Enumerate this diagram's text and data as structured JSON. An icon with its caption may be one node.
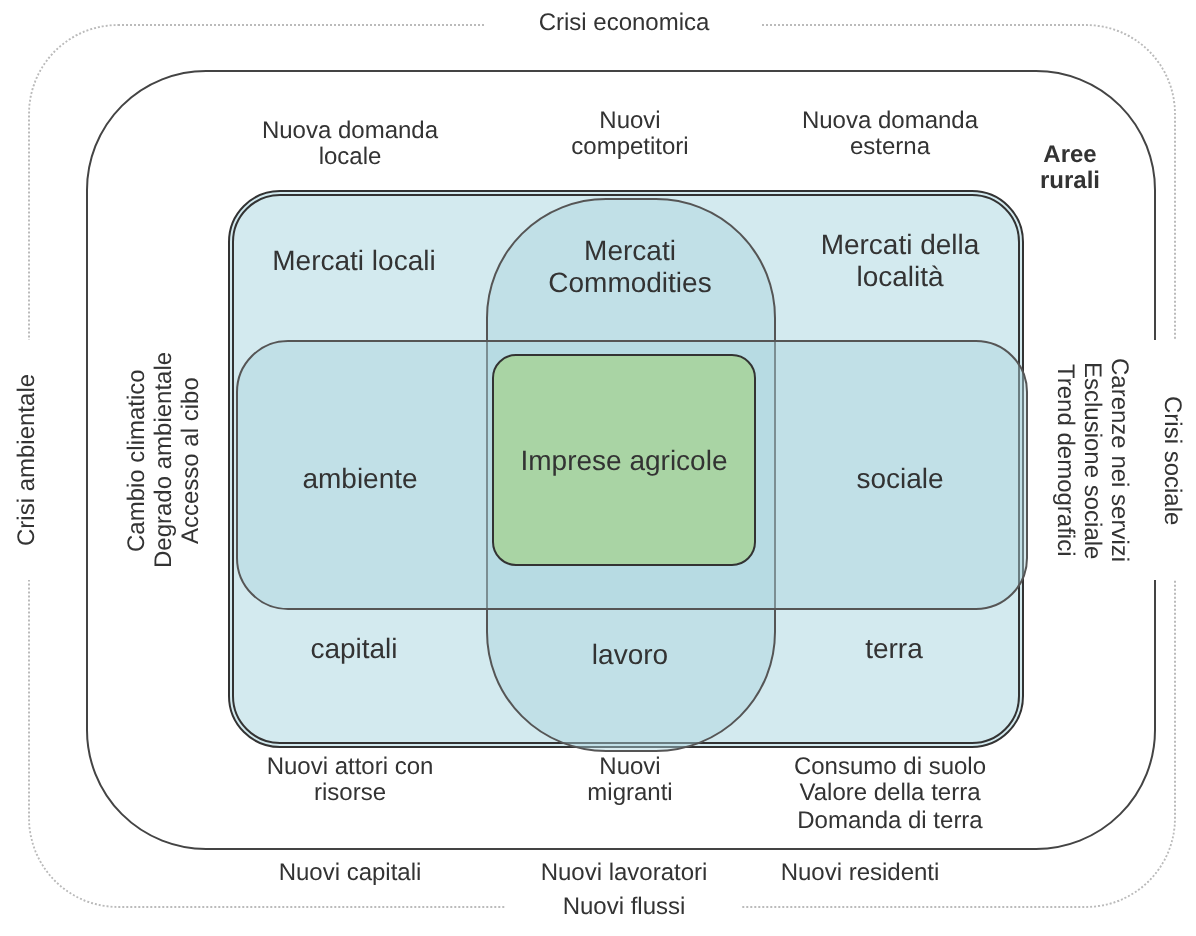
{
  "diagram": {
    "nodes": [
      {
        "text": [
          "Crisi economica",
          "Crisi ambientale",
          "Crisi sociale",
          "Nuovi flussi"
        ]
      },
      {
        "text": [],
        "shape": "box",
        "in": 0
      },
      {
        "text": [
          "Aree rurali",
          "Mercati locali",
          "Mercati della località",
          "capitali",
          "terra"
        ],
        "in": 1
      },
      {
        "text": [
          "Mercati Commodities",
          "lavoro"
        ],
        "in": 2
      },
      {
        "text": [
          "ambiente",
          "sociale"
        ],
        "in": 2
      },
      {
        "text": [
          "Imprese agricole"
        ]
      }
    ],
    "edges": [],
    "labels": [
      "Nuova domanda locale",
      "Nuovi competitori",
      "Nuova domanda esterna",
      "Cambio climatico Degrado ambientale Accesso al cibo",
      "Carenze nei servizi Esclusione sociale Trend demografici",
      "Nuovi attori con risorse",
      "Nuovi migranti",
      "Consumo di suolo Valore della terra Domanda di terra",
      "Nuovi capitali",
      "Nuovi lavoratori",
      "Nuovi residenti"
    ]
  }
}
